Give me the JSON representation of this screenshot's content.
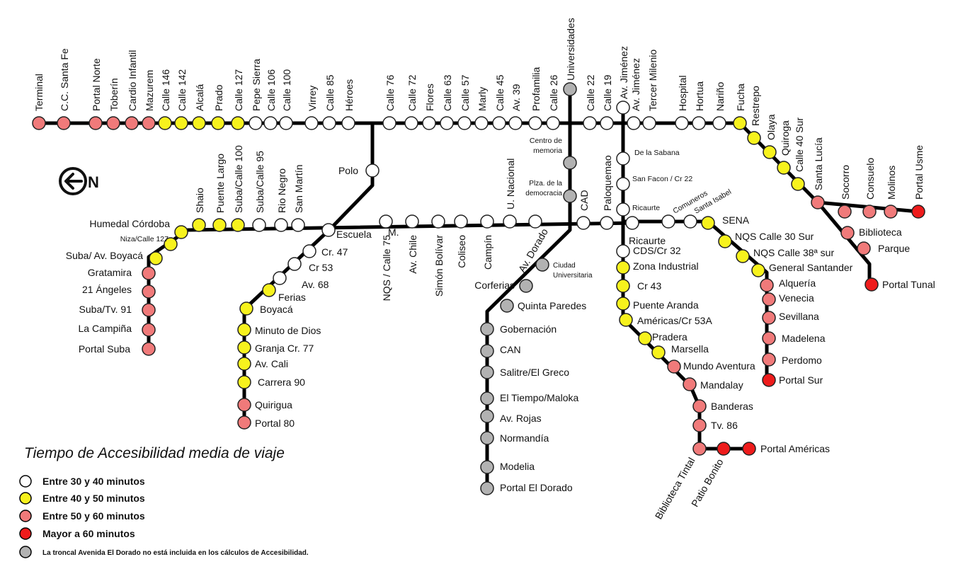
{
  "colors": {
    "white": "#ffffff",
    "yellow": "#f7f21d",
    "pink": "#f07a7a",
    "red": "#ee1c1c",
    "grey": "#b2b2b2",
    "line": "#000000"
  },
  "north": {
    "letter": "N",
    "icon": "arrow-left-icon"
  },
  "legend": {
    "title": "Tiempo de Accesibilidad media de viaje",
    "items": [
      {
        "cls": "white",
        "label": "Entre 30 y 40 minutos"
      },
      {
        "cls": "yellow",
        "label": "Entre 40 y 50 minutos"
      },
      {
        "cls": "pink",
        "label": "Entre 50 y 60 minutos"
      },
      {
        "cls": "red",
        "label": "Mayor a 60 minutos"
      }
    ],
    "note": {
      "cls": "grey",
      "label": "La troncal Avenida El Dorado no está incluida en los cálculos de Accesibilidad."
    }
  },
  "stations": {
    "Terminal": "pink",
    "C.C. Santa Fe": "pink",
    "Portal Norte": "pink",
    "Toberín": "pink",
    "Cardio Infantil": "pink",
    "Mazurem": "pink",
    "Calle 146": "yellow",
    "Calle 142": "yellow",
    "Alcalá": "yellow",
    "Prado": "yellow",
    "Calle 127": "yellow",
    "Pepe Sierra": "white",
    "Calle 106": "white",
    "Calle 100": "white",
    "Virrey": "white",
    "Calle 85": "white",
    "Héroes": "white",
    "Calle 76": "white",
    "Calle 72": "white",
    "Flores": "white",
    "Calle 63": "white",
    "Calle 57": "white",
    "Marly": "white",
    "Av. 39": "white",
    "Calle 45": "white",
    "Profamilia": "white",
    "Calle 26": "white",
    "Universidades": "grey",
    "Calle 22": "white",
    "Calle 19": "white",
    "Av. Jiménez": "white",
    "Av. Jiménez ": "white",
    "Tercer Milenio": "white",
    "Hospital": "white",
    "Hortua": "white",
    "Nariño": "white",
    "Fucha": "yellow",
    "Restrepo": "yellow",
    "Olaya": "yellow",
    "Quiroga": "yellow",
    "Calle 40 Sur": "yellow",
    "Santa Lucía": "pink",
    "Socorro": "pink",
    "Consuelo": "pink",
    "Molinos": "pink",
    "Portal Usme": "red",
    "Biblioteca": "pink",
    "Parque": "pink",
    "Portal Tunal": "red",
    "Polo": "white",
    "Centro de memoria": "grey",
    "Plza. de la democracia": "grey",
    "De la Sabana": "white",
    "San Facon / Cr 22": "white",
    "Ricaurte": "white",
    "Humedal Córdoba": "yellow",
    "Niza/Calle 127": "yellow",
    "Suba/ Av. Boyacá": "yellow",
    "Gratamira": "pink",
    "21 Ángeles": "pink",
    "Suba/Tv. 91": "pink",
    "La Campiña": "pink",
    "Portal Suba": "pink",
    "Shaio": "yellow",
    "Puente Largo": "yellow",
    "Suba/Calle 100": "yellow",
    "Suba/Calle 95": "white",
    "Rio Negro": "white",
    "San Martín": "white",
    "Escuela": "white",
    "M.": "white",
    "NQS / Calle 75": "white",
    "Av. Chile": "white",
    "Simón Bolívar": "white",
    "Coliseo": "white",
    "Campín": "white",
    "U. Nacional": "white",
    "Av. Dorado": "white",
    "CAD": "white",
    "Paloquemao": "white",
    "Ricaurte ": "white",
    "Comuneros": "white",
    "Santa Isabel": "white",
    "SENA": "yellow",
    "NQS Calle 30 Sur": "yellow",
    "NQS Calle 38ª sur": "yellow",
    "General Santander": "yellow",
    "Alquería": "pink",
    "Venecia": "pink",
    "Sevillana": "pink",
    "Madelena": "pink",
    "Perdomo": "pink",
    "Portal Sur": "red",
    "Cr. 47": "white",
    "Cr 53": "white",
    "Av. 68": "white",
    "Ferias": "yellow",
    "Boyacá": "yellow",
    "Minuto de Dios": "yellow",
    "Granja Cr. 77": "yellow",
    "Av. Cali": "yellow",
    "Carrera 90": "yellow",
    "Quirigua": "pink",
    "Portal 80": "pink",
    "Ciudad Universitaria": "grey",
    "Corferias": "grey",
    "Quinta Paredes": "grey",
    "Gobernación": "grey",
    "CAN": "grey",
    "Salitre/El Greco": "grey",
    "El Tiempo/Maloka": "grey",
    "Av. Rojas": "grey",
    "Normandía": "grey",
    "Modelia": "grey",
    "Portal El Dorado": "grey",
    "CDS/Cr 32": "white",
    "Zona Industrial": "yellow",
    "Cr 43": "yellow",
    "Puente Aranda": "yellow",
    "Américas/Cr 53A": "yellow",
    "Pradera": "yellow",
    "Marsella": "yellow",
    "Mundo Aventura": "pink",
    "Mandalay": "pink",
    "Banderas": "pink",
    "Tv. 86": "pink",
    "Biblioteca Tintal": "pink",
    "Patio Bonito": "red",
    "Portal Américas": "red"
  }
}
